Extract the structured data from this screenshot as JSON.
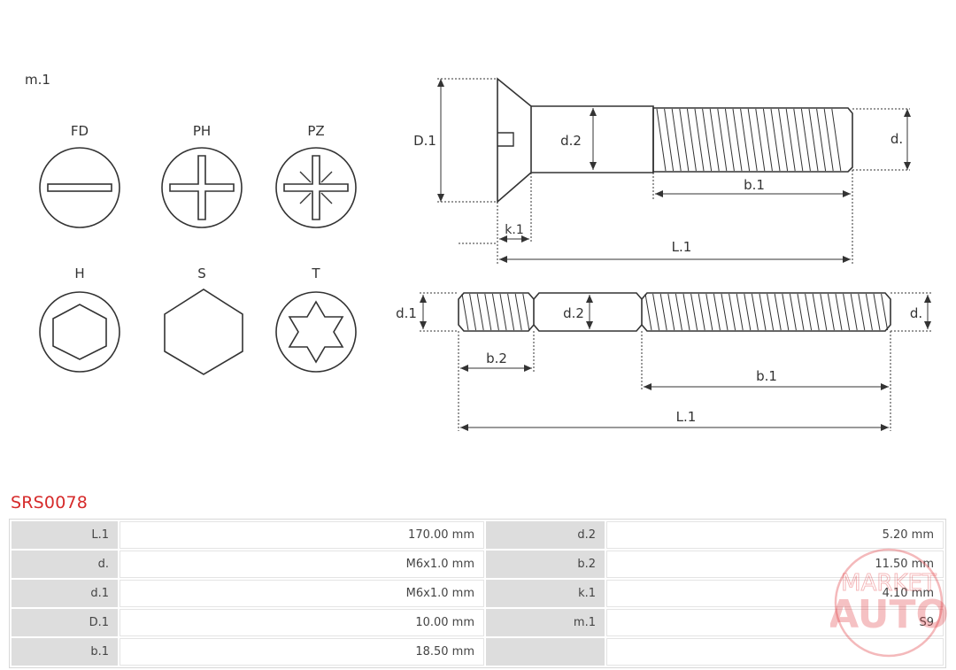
{
  "drive_types": {
    "group_label": "m.1",
    "items": [
      {
        "label": "FD"
      },
      {
        "label": "PH"
      },
      {
        "label": "PZ"
      },
      {
        "label": "H"
      },
      {
        "label": "S"
      },
      {
        "label": "T"
      }
    ]
  },
  "screw_diagram": {
    "labels": {
      "D1": "D.1",
      "d2": "d.2",
      "d": "d.",
      "b1": "b.1",
      "k1": "k.1",
      "L1": "L.1"
    }
  },
  "stud_diagram": {
    "labels": {
      "d1": "d.1",
      "d2": "d.2",
      "d": "d.",
      "b2": "b.2",
      "b1": "b.1",
      "L1": "L.1"
    }
  },
  "part_number": "SRS0078",
  "specs": {
    "rows": [
      {
        "l1": "L.1",
        "v1": "170.00 mm",
        "l2": "d.2",
        "v2": "5.20 mm"
      },
      {
        "l1": "d.",
        "v1": "M6x1.0 mm",
        "l2": "b.2",
        "v2": "11.50 mm"
      },
      {
        "l1": "d.1",
        "v1": "M6x1.0 mm",
        "l2": "k.1",
        "v2": "4.10 mm"
      },
      {
        "l1": "D.1",
        "v1": "10.00 mm",
        "l2": "m.1",
        "v2": "S9"
      },
      {
        "l1": "b.1",
        "v1": "18.50 mm",
        "l2": "",
        "v2": ""
      }
    ]
  },
  "watermark": {
    "line1": "MARKET",
    "line2": "AUTO",
    "color": "#e0363c"
  }
}
